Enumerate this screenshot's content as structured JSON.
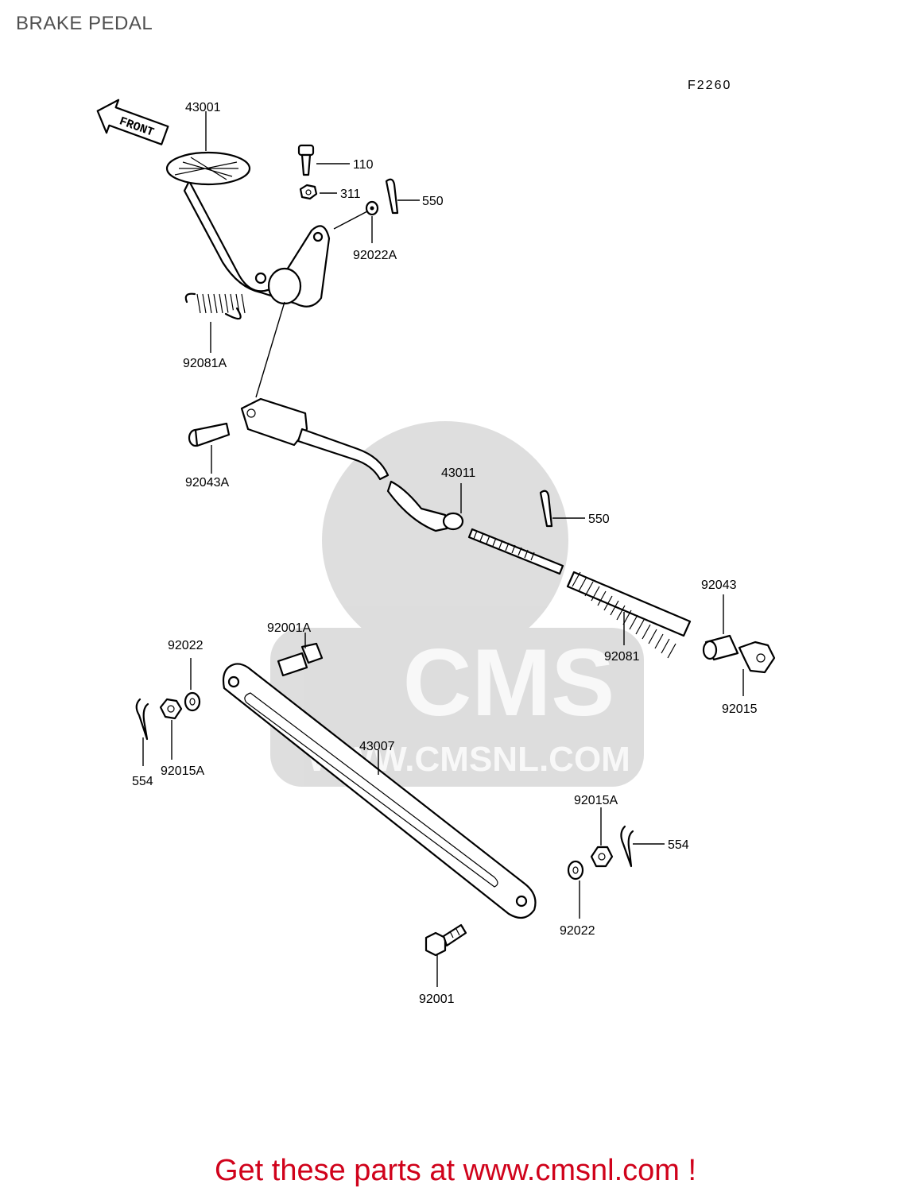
{
  "header": {
    "title": "BRAKE PEDAL"
  },
  "diagram": {
    "code": "F2260",
    "front_label": "FRONT",
    "watermark": {
      "brand": "CMS",
      "url": "WWW.CMSNL.COM"
    },
    "callouts": {
      "pedal": "43001",
      "bolt_110": "110",
      "nut_311": "311",
      "cotter_pin_top": "550",
      "washer_92022A": "92022A",
      "spring_92081A": "92081A",
      "pin_92043A": "92043A",
      "rod_43011": "43011",
      "cotter_pin_mid": "550",
      "pin_92043": "92043",
      "spring_92081": "92081",
      "nut_92015": "92015",
      "bolt_92001A": "92001A",
      "washer_92022_left": "92022",
      "clip_554_left": "554",
      "nut_92015A_left": "92015A",
      "link_43007": "43007",
      "nut_92015A_right": "92015A",
      "clip_554_right": "554",
      "washer_92022_right": "92022",
      "bolt_92001": "92001"
    }
  },
  "footer": {
    "text": "Get these parts at www.cmsnl.com !"
  }
}
